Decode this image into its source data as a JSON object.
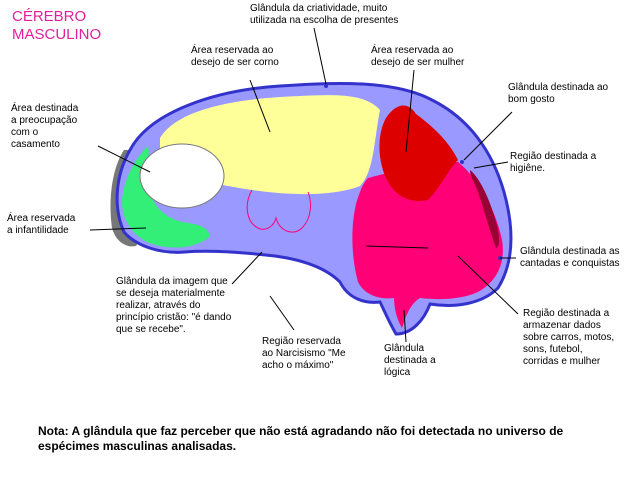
{
  "title": "CÉREBRO\nMASCULINO",
  "colors": {
    "title": "#e0209a",
    "brain": "#9999ff",
    "outline": "#3333cc",
    "corno": "#ffff99",
    "mulher": "#dd0000",
    "carros": "#ff0077",
    "infantilidade": "#33ee77",
    "casamento": "#ffffff",
    "edge_gray": "#777777",
    "higiene": "#990033",
    "leader": "#000000"
  },
  "labels": {
    "criatividade": "Glândula da criatividade, muito\nutilizada na escolha de presentes",
    "corno": "Área reservada ao\ndesejo de ser corno",
    "mulher": "Área reservada ao\ndesejo de ser mulher",
    "bom_gosto": "Glândula destinada ao\nbom gosto",
    "casamento": "Área destinada\na preocupação\ncom o\ncasamento",
    "higiene": "Região destinada a\nhigiêne.",
    "infantilidade": "Área reservada\na infantilidade",
    "cantadas": "Glândula destinada as\ncantadas e conquistas",
    "imagem": "Glândula da imagem que\nse deseja  materialmente\nrealizar, através do\nprincípio cristão: \"é dando\nque se recebe\".",
    "carros": "Região destinada a\narmazenar dados\nsobre carros, motos,\nsons, futebol,\ncorridas e mulher",
    "narcisismo": "Região reservada\nao Narcisismo \"Me\nacho o máximo\"",
    "logica": "Glândula\ndestinada a\nlógica"
  },
  "note": "Nota: A glândula que faz perceber que não está agradando não foi detectada no universo de espécimes masculinas analisadas."
}
